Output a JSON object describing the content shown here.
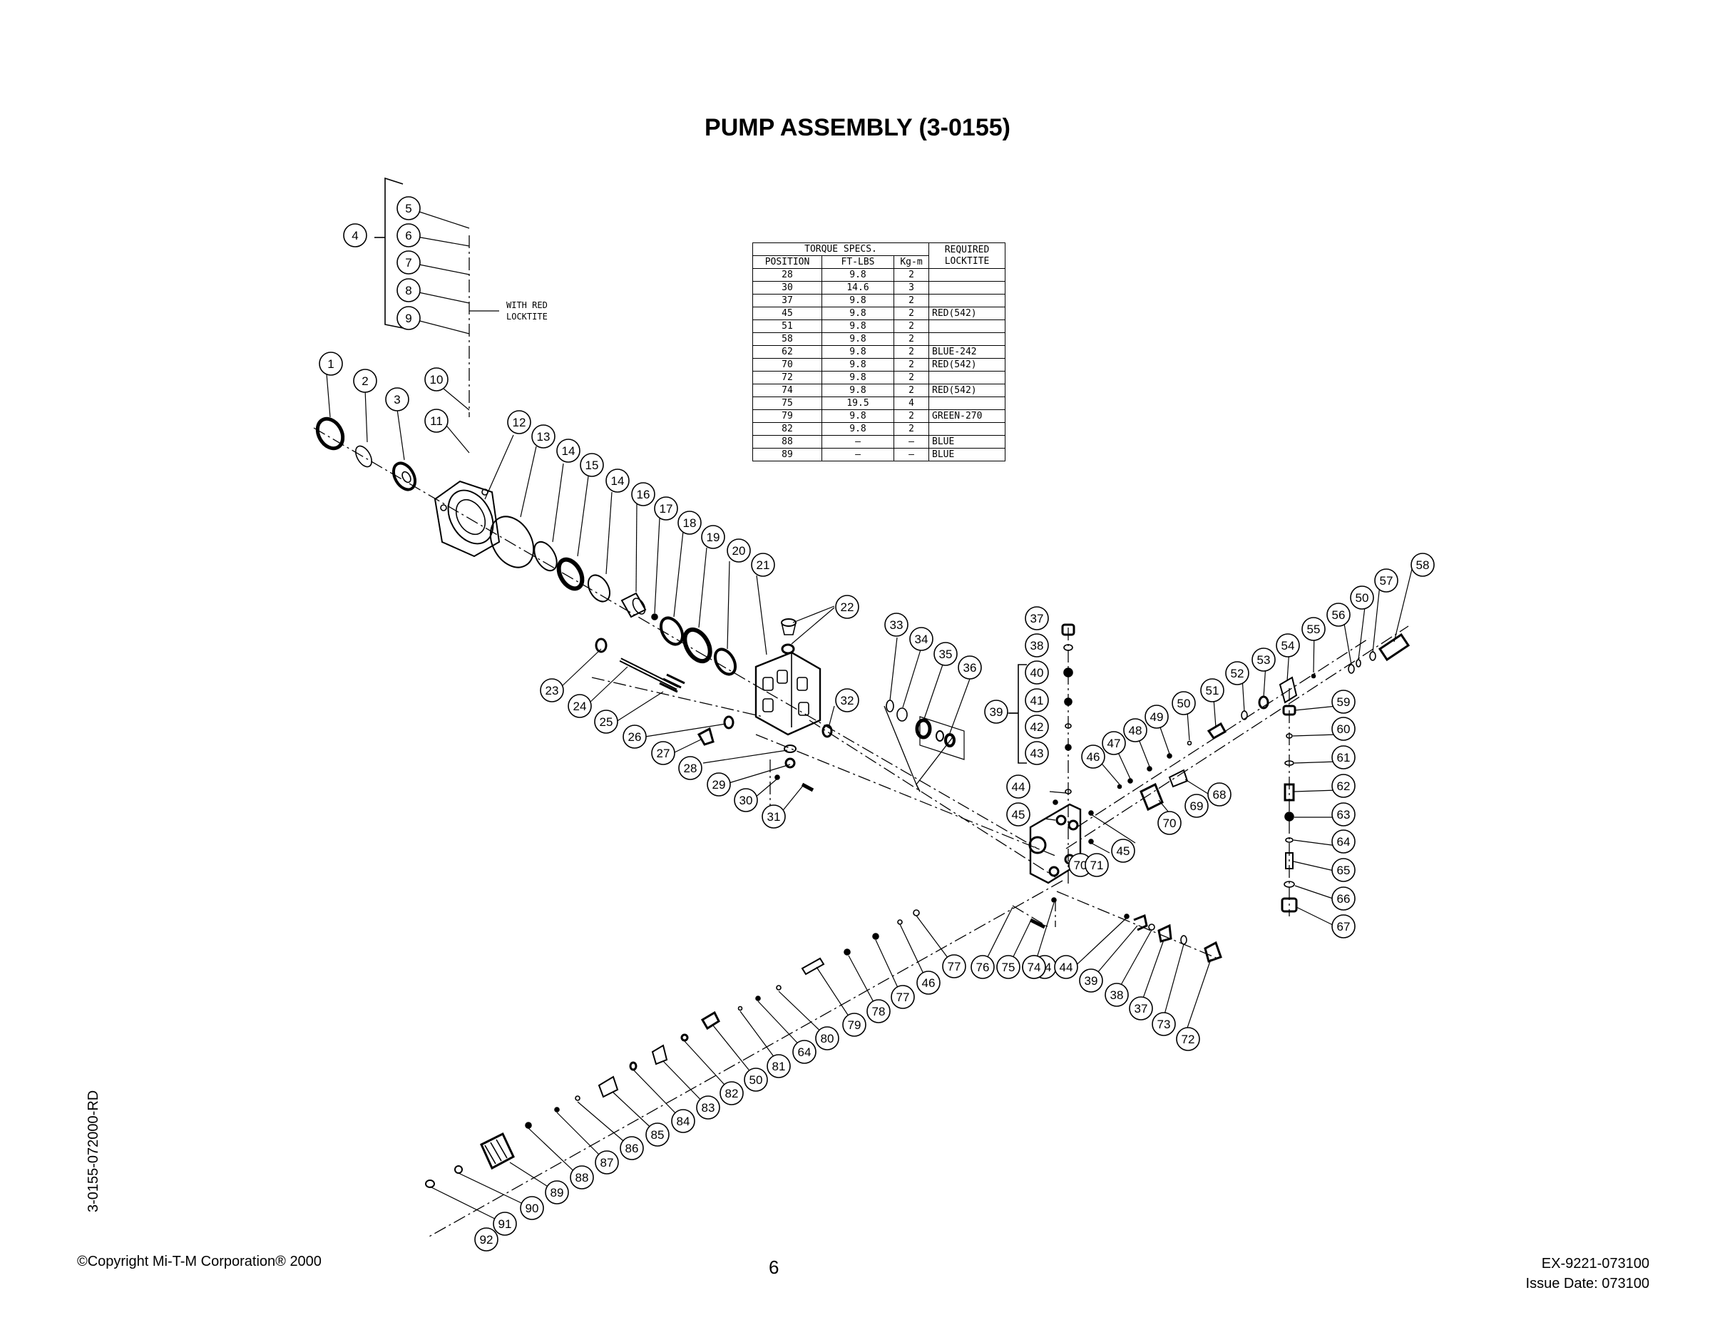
{
  "title": "PUMP ASSEMBLY (3-0155)",
  "note_with_red_locktite": [
    "WITH RED",
    "LOCKTITE"
  ],
  "torque_table": {
    "header_group": "TORQUE SPECS.",
    "columns": [
      "POSITION",
      "FT-LBS",
      "Kg-m",
      "REQUIRED LOCKTITE"
    ],
    "rows": [
      [
        "28",
        "9.8",
        "2",
        ""
      ],
      [
        "30",
        "14.6",
        "3",
        ""
      ],
      [
        "37",
        "9.8",
        "2",
        ""
      ],
      [
        "45",
        "9.8",
        "2",
        "RED(542)"
      ],
      [
        "51",
        "9.8",
        "2",
        ""
      ],
      [
        "58",
        "9.8",
        "2",
        ""
      ],
      [
        "62",
        "9.8",
        "2",
        "BLUE-242"
      ],
      [
        "70",
        "9.8",
        "2",
        "RED(542)"
      ],
      [
        "72",
        "9.8",
        "2",
        ""
      ],
      [
        "74",
        "9.8",
        "2",
        "RED(542)"
      ],
      [
        "75",
        "19.5",
        "4",
        ""
      ],
      [
        "79",
        "9.8",
        "2",
        "GREEN-270"
      ],
      [
        "82",
        "9.8",
        "2",
        ""
      ],
      [
        "88",
        "–",
        "–",
        "BLUE"
      ],
      [
        "89",
        "–",
        "–",
        "BLUE"
      ]
    ]
  },
  "callouts": [
    "1",
    "2",
    "3",
    "4",
    "5",
    "6",
    "7",
    "8",
    "9",
    "10",
    "11",
    "12",
    "13",
    "14",
    "15",
    "14",
    "16",
    "17",
    "18",
    "19",
    "20",
    "21",
    "22",
    "23",
    "24",
    "25",
    "26",
    "27",
    "28",
    "29",
    "30",
    "31",
    "32",
    "33",
    "34",
    "35",
    "36",
    "37",
    "38",
    "39",
    "40",
    "41",
    "42",
    "43",
    "44",
    "45",
    "46",
    "47",
    "48",
    "49",
    "50",
    "51",
    "52",
    "53",
    "54",
    "55",
    "56",
    "50",
    "57",
    "58",
    "59",
    "60",
    "61",
    "62",
    "63",
    "64",
    "65",
    "66",
    "67",
    "68",
    "69",
    "70",
    "45",
    "70",
    "71",
    "44",
    "45",
    "76",
    "75",
    "74",
    "44",
    "39",
    "38",
    "37",
    "73",
    "72",
    "77",
    "46",
    "77",
    "78",
    "79",
    "80",
    "64",
    "81",
    "50",
    "82",
    "83",
    "84",
    "85",
    "86",
    "87",
    "88",
    "89",
    "90",
    "91",
    "92"
  ],
  "side_code": "3-0155-072000-RD",
  "copyright": "©Copyright Mi-T-M Corporation® 2000",
  "page_number": "6",
  "doc_id": "EX-9221-073100",
  "issue_date": "Issue Date: 073100"
}
